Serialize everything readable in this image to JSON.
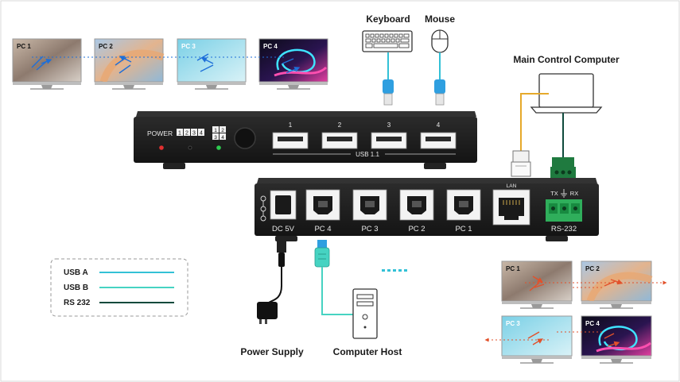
{
  "devices": {
    "keyboard": "Keyboard",
    "mouse": "Mouse",
    "main_control_computer": "Main Control Computer",
    "power_supply": "Power Supply",
    "computer_host": "Computer Host"
  },
  "top_monitors": [
    {
      "label": "PC 1"
    },
    {
      "label": "PC 2"
    },
    {
      "label": "PC 3"
    },
    {
      "label": "PC 4"
    }
  ],
  "bottom_monitors": [
    {
      "label": "PC 1"
    },
    {
      "label": "PC 2"
    },
    {
      "label": "PC 3"
    },
    {
      "label": "PC 4"
    }
  ],
  "front_panel": {
    "power_label": "POWER",
    "pc_keys": [
      "1",
      "2",
      "3",
      "4"
    ],
    "grid_keys": [
      "1",
      "2",
      "3",
      "4"
    ],
    "usb_port_numbers": [
      "1",
      "2",
      "3",
      "4"
    ],
    "usb_label": "USB 1.1"
  },
  "rear_panel": {
    "dc_label": "DC 5V",
    "pc_ports": [
      "PC 4",
      "PC 3",
      "PC 2",
      "PC 1"
    ],
    "lan_label": "LAN",
    "tx_label": "TX",
    "rx_label": "RX",
    "rs232_label": "RS-232"
  },
  "legend": [
    {
      "label": "USB A",
      "color": "#33c1d6"
    },
    {
      "label": "USB B",
      "color": "#46d3c2"
    },
    {
      "label": "RS 232",
      "color": "#0e4a3c"
    }
  ],
  "colors": {
    "usb_a": "#33c1d6",
    "lan_cable": "#e6a92b",
    "rs232_cable": "#0e4a3c",
    "connector_blue": "#2f9fe0",
    "connector_green": "#1f7a3f",
    "device_body": "#1c1c1c",
    "top_arrow": "#1e6fd9",
    "bottom_arrow": "#e2512b"
  }
}
